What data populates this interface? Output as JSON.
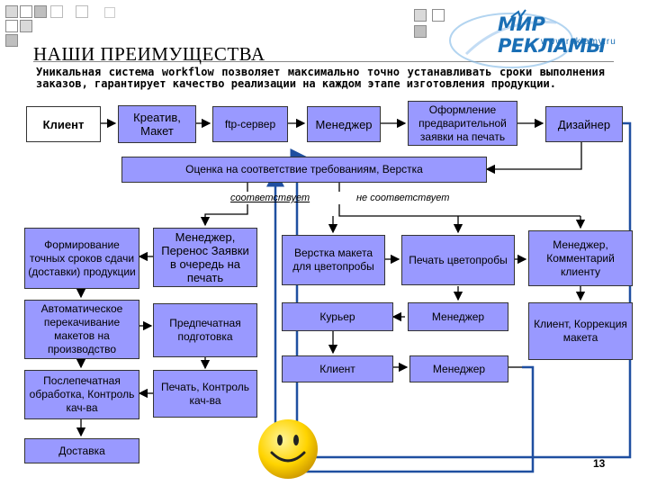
{
  "header": {
    "title": "НАШИ ПРЕИМУЩЕСТВА",
    "subtitle": "Уникальная система workflow позволяет максимально точно устанавливать сроки выполнения заказов, гарантирует качество реализации на каждом этапе изготовления продукции."
  },
  "logo": {
    "name": "МИР РЕКЛАМЫ",
    "url": "www.reklamy.ru"
  },
  "flow": {
    "client": "Клиент",
    "creative": "Креатив, Макет",
    "ftp": "ftp-сервер",
    "manager": "Менеджер",
    "prelim": "Оформление предварительной заявки на печать",
    "designer": "Дизайнер",
    "evaluation": "Оценка на соответствие требованиям, Верстка",
    "label_ok": "соответствует",
    "label_not_ok": "не соответствует"
  },
  "left_column": {
    "deadlines": "Формирование точных сроков сдачи (доставки) продукции",
    "transfer": "Автоматическое перекачивание макетов на производство",
    "postpress": "Послепечатная обработка, Контроль кач-ва",
    "delivery": "Доставка"
  },
  "middle_column": {
    "manager_transfer": "Менеджер, Перенос Заявки в очередь на печать",
    "prepress": "Предпечатная подготовка",
    "print_qc": "Печать, Контроль кач-ва"
  },
  "proof": {
    "layout_proof": "Верстка макета для цветопробы",
    "print_proof": "Печать цветопробы",
    "manager_comment": "Менеджер, Комментарий клиенту",
    "courier": "Курьер",
    "manager2": "Менеджер",
    "client_correction": "Клиент, Коррекция макета",
    "client2": "Клиент",
    "manager3": "Менеджер"
  },
  "page_number": "13",
  "colors": {
    "box_fill": "#9999ff",
    "arrow_black": "#000000",
    "arrow_blue": "#1f4fa0",
    "logo_blue": "#1a6fb5"
  }
}
